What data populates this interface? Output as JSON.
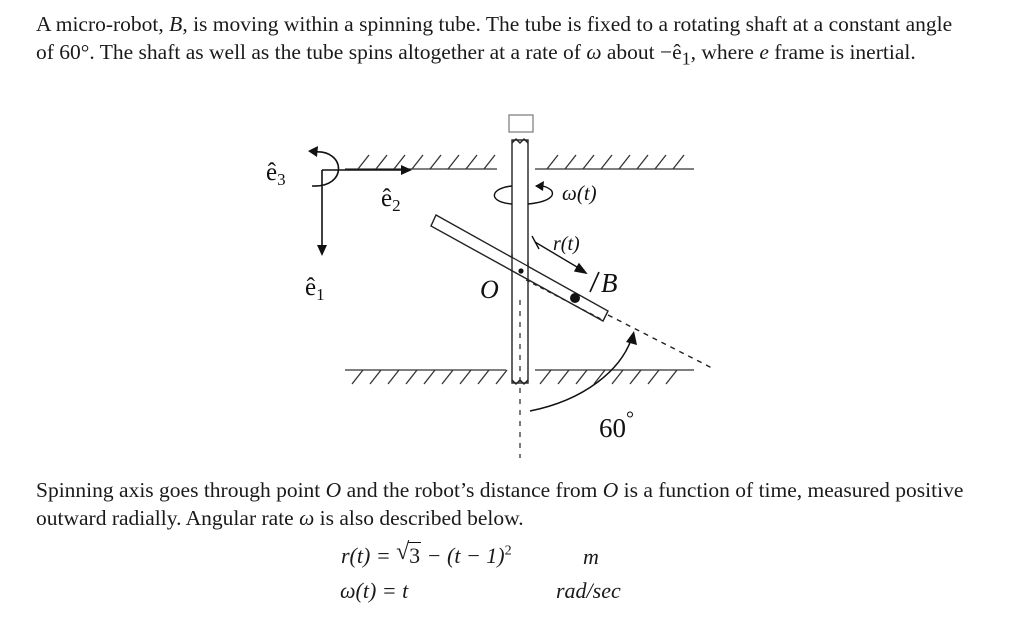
{
  "problem": {
    "intro": {
      "s1": "A micro-robot, ",
      "B": "B",
      "s2": ", is moving within a spinning tube.  The tube is fixed to a rotating shaft at a constant angle of 60°.  The shaft as well as the tube spins altogether at a rate of ",
      "omega": "ω",
      "s3": " about ",
      "neg_e1": "−ê",
      "sub1": "1",
      "s4": ", where ",
      "e": "e",
      "s5": " frame is inertial."
    },
    "figure": {
      "e3_label": "ê",
      "e3_sub": "3",
      "e2_label": "ê",
      "e2_sub": "2",
      "e1_label": "ê",
      "e1_sub": "1",
      "omega_label": "ω(t)",
      "r_label": "r(t)",
      "B_label": "B",
      "O_label": "O",
      "angle_label": "60",
      "angle_degree": "°"
    },
    "description": {
      "s1": "Spinning axis goes through point ",
      "O1": "O",
      "s2": " and the robot’s distance from ",
      "O2": "O",
      "s3": " is a function of time, measured positive outward radially.  Angular rate ",
      "omega": "ω",
      "s4": " is also described below."
    },
    "equations": {
      "r_lhs": "r(t) = ",
      "r_sqrt": "√",
      "r_radicand": "3",
      "r_rest": " − (t − 1)",
      "r_exp": "2",
      "r_unit": "m",
      "w_lhs": "ω(t) = t",
      "w_unit": "rad/sec"
    }
  }
}
